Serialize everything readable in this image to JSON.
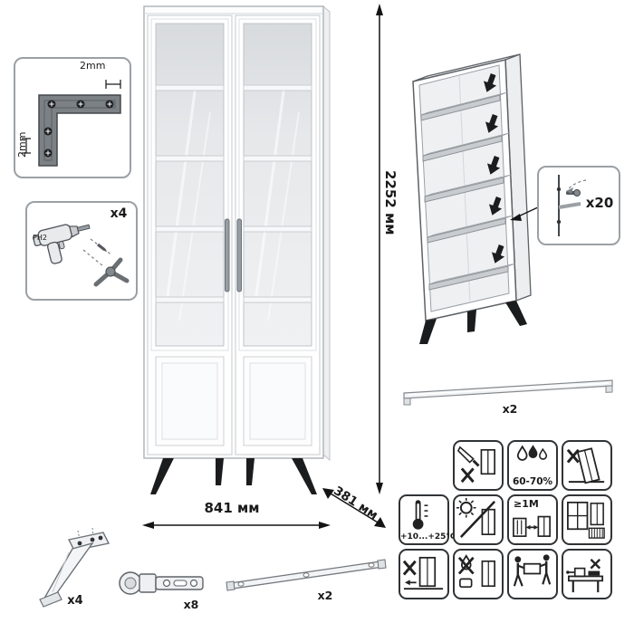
{
  "dimensions": {
    "height": "2252 мм",
    "width": "841 мм",
    "depth": "381 мм"
  },
  "callouts": {
    "corner_bracket": {
      "top": "2mm",
      "side": "2mm"
    },
    "drill": {
      "count": "x4",
      "bit": "PH2"
    },
    "shelf_pins": {
      "count": "x20"
    },
    "handle": {
      "count": "x2"
    }
  },
  "parts": {
    "leg": {
      "count": "x4"
    },
    "hinge": {
      "count": "x8"
    },
    "brace": {
      "count": "x2"
    }
  },
  "care": {
    "humidity": "60-70%",
    "temperature": "+10...+25°C",
    "heat_distance": "≥1M"
  },
  "icons": {
    "row1": [
      "no-sharp-objects",
      "humidity-range",
      "no-tilt"
    ],
    "row2": [
      "temperature-range",
      "no-direct-sunlight",
      "heat-source-distance",
      "window-placement"
    ],
    "row3": [
      "no-dragging",
      "no-wet-cleaning",
      "carry-two-people",
      "workbench-assembly"
    ]
  },
  "colors": {
    "line": "#303336",
    "glass": "#e8eaed",
    "leg_black": "#1a1c1e",
    "bracket_gray": "#7c8186"
  }
}
